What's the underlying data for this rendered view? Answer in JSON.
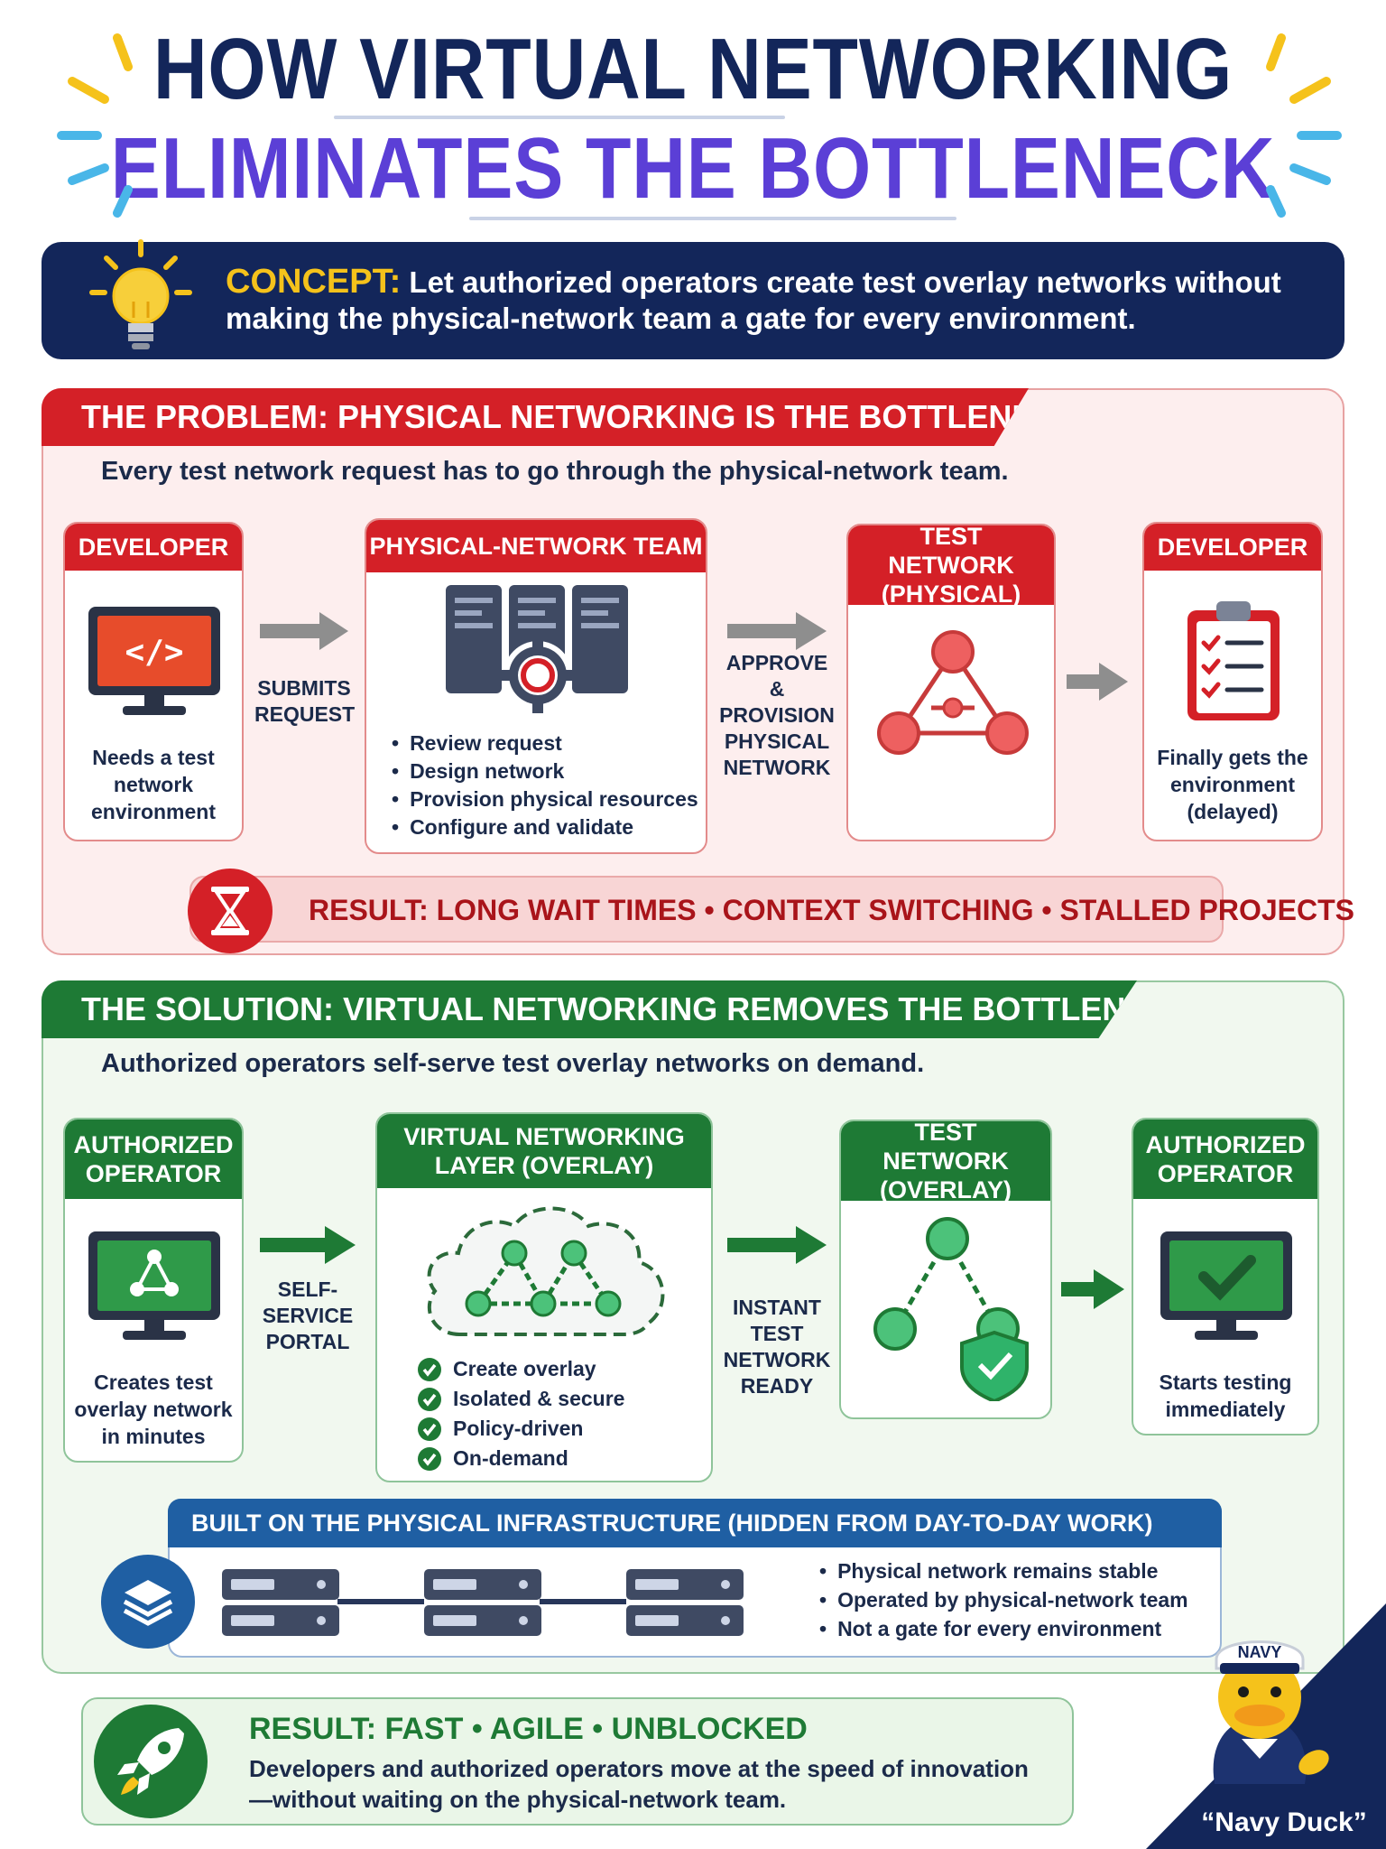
{
  "title": {
    "line1": "HOW VIRTUAL NETWORKING",
    "line2": "ELIMINATES THE BOTTLENECK"
  },
  "concept": {
    "label": "CONCEPT:",
    "text": "Let authorized operators create test overlay networks without making the physical-network team a gate for every environment."
  },
  "problem": {
    "heading": "THE PROBLEM: PHYSICAL NETWORKING IS THE BOTTLENECK",
    "subtitle": "Every test network request has to go through the physical-network team.",
    "developer": {
      "title": "DEVELOPER",
      "caption": "Needs a test network environment"
    },
    "arrow1": "SUBMITS REQUEST",
    "team": {
      "title": "PHYSICAL-NETWORK TEAM",
      "bullets": [
        "Review request",
        "Design network",
        "Provision physical resources",
        "Configure and validate"
      ]
    },
    "arrow2": "APPROVE & PROVISION PHYSICAL NETWORK",
    "test_network": {
      "title": "TEST NETWORK (PHYSICAL)"
    },
    "developer2": {
      "title": "DEVELOPER",
      "caption": "Finally gets the environment (delayed)"
    },
    "result": "RESULT: LONG WAIT TIMES • CONTEXT SWITCHING • STALLED PROJECTS"
  },
  "solution": {
    "heading": "THE SOLUTION: VIRTUAL NETWORKING REMOVES THE BOTTLENECK",
    "subtitle": "Authorized operators self-serve test overlay networks on demand.",
    "operator": {
      "title": "AUTHORIZED OPERATOR",
      "caption": "Creates test overlay network in minutes"
    },
    "arrow1": "SELF-SERVICE PORTAL",
    "layer": {
      "title": "VIRTUAL NETWORKING LAYER (OVERLAY)",
      "checks": [
        "Create overlay",
        "Isolated & secure",
        "Policy-driven",
        "On-demand"
      ]
    },
    "arrow2": "INSTANT TEST NETWORK READY",
    "test_network": {
      "title": "TEST NETWORK (OVERLAY)"
    },
    "operator2": {
      "title": "AUTHORIZED OPERATOR",
      "caption": "Starts testing immediately"
    },
    "infra": {
      "heading": "BUILT ON THE PHYSICAL INFRASTRUCTURE (HIDDEN FROM DAY-TO-DAY WORK)",
      "bullets": [
        "Physical network remains stable",
        "Operated by physical-network team",
        "Not a gate for every environment"
      ]
    }
  },
  "final": {
    "title": "RESULT: FAST • AGILE • UNBLOCKED",
    "text": "Developers and authorized operators move at the speed of innovation—without waiting on the physical-network team."
  },
  "mascot": {
    "hat": "NAVY",
    "caption": "“Navy Duck”"
  },
  "colors": {
    "navy": "#13265a",
    "purple": "#5b3fd6",
    "red": "#d42027",
    "green": "#1e7a35",
    "blue": "#1f5fa3",
    "yellow": "#f5c21b"
  }
}
